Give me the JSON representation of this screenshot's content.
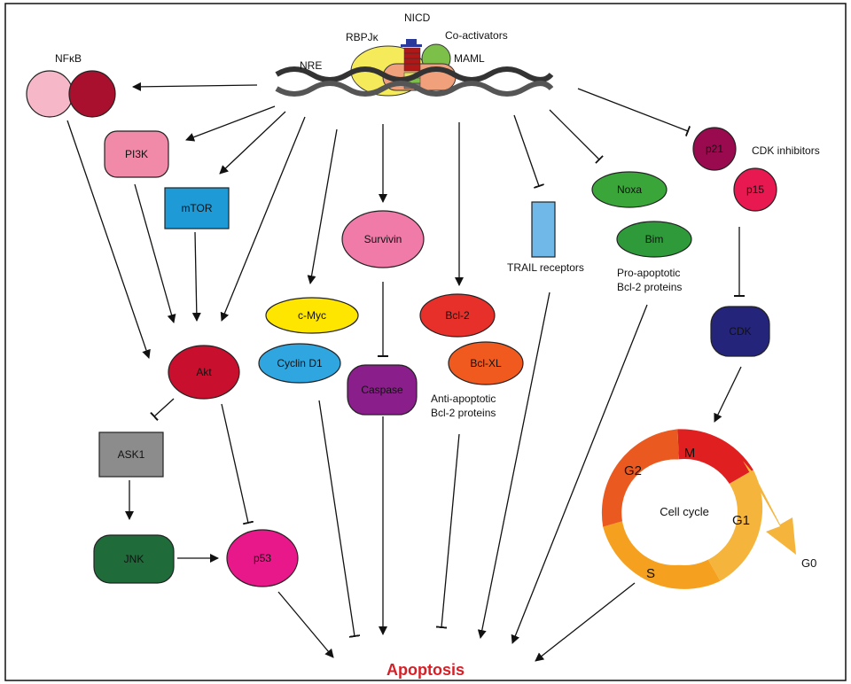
{
  "notch": {
    "nicd": "NICD",
    "rbpjk": "RBPJκ",
    "coactivators": "Co-activators",
    "maml": "MAML",
    "nre": "NRE"
  },
  "nodes": {
    "nfkb": "NFκB",
    "pi3k": "PI3K",
    "mtor": "mTOR",
    "akt": "Akt",
    "ask1": "ASK1",
    "jnk": "JNK",
    "p53": "p53",
    "cmyc": "c-Myc",
    "cyclind1": "Cyclin D1",
    "survivin": "Survivin",
    "caspase": "Caspase",
    "bcl2": "Bcl-2",
    "bclxl": "Bcl-XL",
    "noxa": "Noxa",
    "bim": "Bim",
    "p21": "p21",
    "p15": "p15",
    "cdk": "CDK"
  },
  "labels": {
    "trail": "TRAIL receptors",
    "pro_apoptotic_1": "Pro-apoptotic",
    "pro_apoptotic_2": "Bcl-2 proteins",
    "anti_apoptotic_1": "Anti-apoptotic",
    "anti_apoptotic_2": "Bcl-2 proteins",
    "cdk_inhibitors": "CDK inhibitors",
    "apoptosis": "Apoptosis"
  },
  "cell_cycle": {
    "center": "Cell cycle",
    "phases": {
      "m": "M",
      "g1": "G1",
      "s": "S",
      "g2": "G2"
    },
    "g0": "G0"
  },
  "colors": {
    "apoptosis": "#d62027",
    "nfkb_light": "#f6b8c8",
    "nfkb_dark": "#a8102e",
    "pi3k": "#f08aa8",
    "mtor": "#1e9ad6",
    "akt": "#c8102e",
    "ask1": "#8c8c8c",
    "jnk": "#1f6b3a",
    "p53": "#e8188a",
    "cmyc": "#ffe600",
    "cyclind1": "#2fa6e0",
    "survivin": "#f07aa8",
    "caspase": "#8a1e8a",
    "bcl2": "#e8302a",
    "bclxl": "#f05a1e",
    "noxa": "#3aa63a",
    "bim": "#2e9a3a",
    "p21": "#9a0a4e",
    "p15": "#e81850",
    "cdk": "#24247a",
    "trail": "#6fb8e8",
    "rbpjk": "#f5ea5a",
    "maml": "#f0a07a",
    "coactivators": "#7cc04a",
    "phase_m": "#e02020",
    "phase_g1": "#f5b43c",
    "phase_s": "#f5a01e",
    "phase_g2": "#ea5a20"
  }
}
